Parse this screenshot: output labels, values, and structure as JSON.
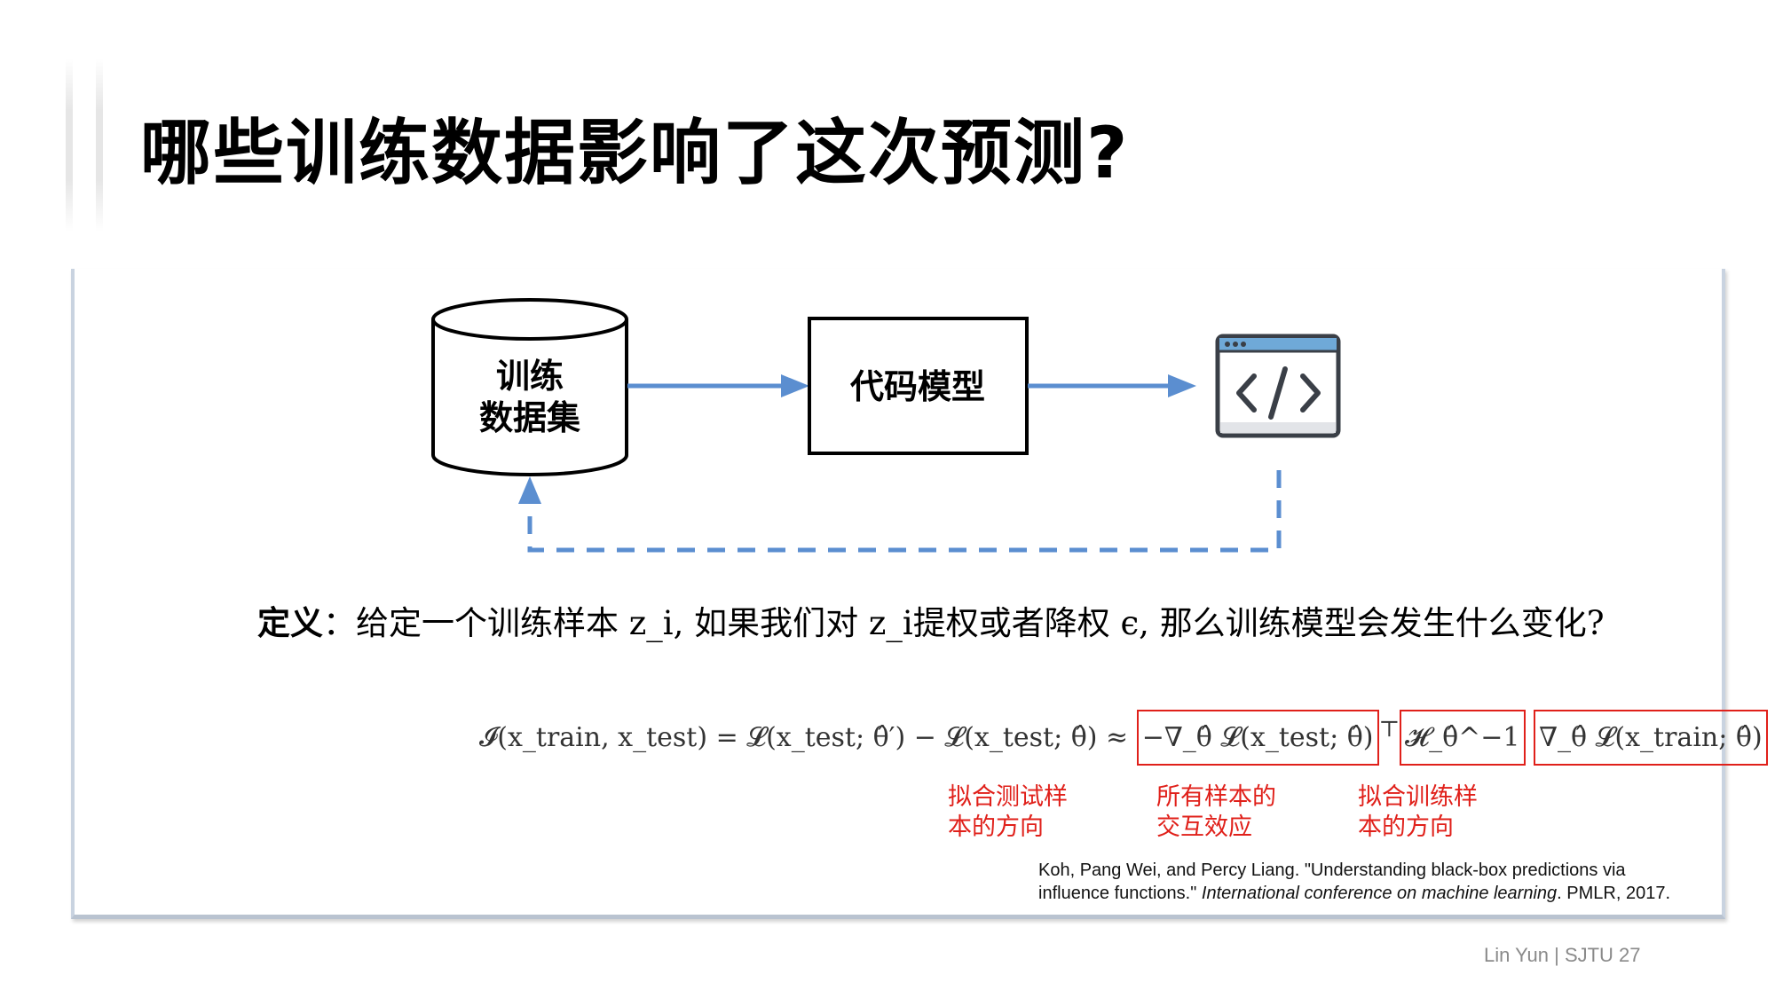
{
  "slide": {
    "title": "哪些训练数据影响了这次预测?",
    "footer": "Lin Yun | SJTU 27"
  },
  "diagram": {
    "database_label_line1": "训练",
    "database_label_line2": "数据集",
    "model_label": "代码模型",
    "output_icon": "code-window-icon",
    "arrow_color": "#5b8ed0"
  },
  "definition": {
    "label": "定义",
    "text": "：给定一个训练样本 z_i, 如果我们对 z_i提权或者降权 ϵ, 那么训练模型会发生什么变化?"
  },
  "formula": {
    "lhs": "𝓘(x_train, x_test) = 𝓛(x_test; θ̂′) − 𝓛(x_test; θ̂) ≈",
    "term1": "−∇_θ̂ 𝓛(x_test; θ̂)",
    "transpose": "⊤",
    "term2": "𝓗_θ̂^−1",
    "term3": "∇_θ̂ 𝓛(x_train; θ̂)"
  },
  "annotations": [
    {
      "line1": "拟合测试样",
      "line2": "本的方向"
    },
    {
      "line1": "所有样本的",
      "line2": "交互效应"
    },
    {
      "line1": "拟合训练样",
      "line2": "本的方向"
    }
  ],
  "reference": {
    "line1": "Koh, Pang Wei, and Percy Liang. \"Understanding black-box predictions via",
    "line2_plain": "influence functions.\" ",
    "line2_italic": "International conference on machine learning",
    "line2_end": ". PMLR, 2017."
  },
  "colors": {
    "accent_blue": "#5b8ed0",
    "annotation_red": "#e0201a"
  }
}
